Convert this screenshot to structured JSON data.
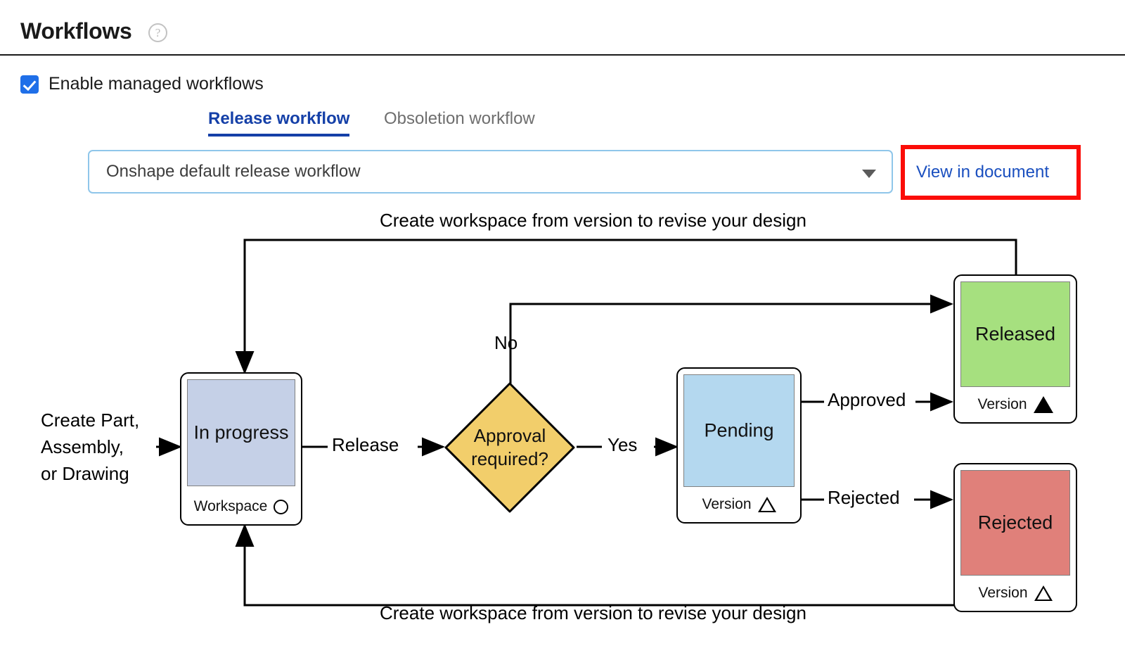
{
  "header": {
    "title": "Workflows",
    "help_icon": "?"
  },
  "settings": {
    "enable_checkbox_label": "Enable managed workflows",
    "checkbox_checked": true
  },
  "tabs": [
    {
      "label": "Release workflow",
      "active": true
    },
    {
      "label": "Obsoletion workflow",
      "active": false
    }
  ],
  "workflow_select": {
    "value": "Onshape default release workflow",
    "arrow_icon": "chevron-down-icon"
  },
  "view_link": {
    "label": "View in document",
    "highlight_color": "#fb0d08"
  },
  "colors": {
    "accent_blue": "#1f6fe8",
    "tab_active": "#1540a8",
    "link": "#1a4fbf",
    "in_progress": "#c5d0e7",
    "pending": "#b4d8ef",
    "released": "#a6e07f",
    "rejected": "#e0807a",
    "decision": "#f2ce6b"
  },
  "chart_data": {
    "type": "diagram",
    "title": "Onshape default release workflow",
    "nodes": [
      {
        "id": "in_progress",
        "label": "In progress",
        "footer": "Workspace",
        "footer_glyph": "circle",
        "color": "#c5d0e7",
        "shape": "state"
      },
      {
        "id": "approval",
        "label": "Approval required?",
        "color": "#f2ce6b",
        "shape": "decision"
      },
      {
        "id": "pending",
        "label": "Pending",
        "footer": "Version",
        "footer_glyph": "triangle-outline",
        "color": "#b4d8ef",
        "shape": "state"
      },
      {
        "id": "released",
        "label": "Released",
        "footer": "Version",
        "footer_glyph": "triangle-filled",
        "color": "#a6e07f",
        "shape": "state"
      },
      {
        "id": "rejected",
        "label": "Rejected",
        "footer": "Version",
        "footer_glyph": "triangle-outline",
        "color": "#e0807a",
        "shape": "state"
      }
    ],
    "edges": [
      {
        "from": "start",
        "to": "in_progress",
        "label": "Create Part, Assembly, or Drawing"
      },
      {
        "from": "in_progress",
        "to": "approval",
        "label": "Release"
      },
      {
        "from": "approval",
        "to": "released",
        "label": "No"
      },
      {
        "from": "approval",
        "to": "pending",
        "label": "Yes"
      },
      {
        "from": "pending",
        "to": "released",
        "label": "Approved"
      },
      {
        "from": "pending",
        "to": "rejected",
        "label": "Rejected"
      },
      {
        "from": "released",
        "to": "in_progress",
        "label": "Create workspace from version to revise your design"
      },
      {
        "from": "rejected",
        "to": "in_progress",
        "label": "Create workspace from version to revise your design"
      }
    ]
  },
  "diagram": {
    "start_line1": "Create Part,",
    "start_line2": "Assembly,",
    "start_line3": "or Drawing",
    "top_loop_label": "Create workspace from version to revise your design",
    "bottom_loop_label": "Create workspace from version to revise your design",
    "label_release": "Release",
    "label_no": "No",
    "label_yes": "Yes",
    "label_approved": "Approved",
    "label_rejected": "Rejected",
    "nodes": {
      "in_progress": {
        "label": "In progress",
        "footer": "Workspace"
      },
      "approval": {
        "line1": "Approval",
        "line2": "required?"
      },
      "pending": {
        "label": "Pending",
        "footer": "Version"
      },
      "released": {
        "label": "Released",
        "footer": "Version"
      },
      "rejected": {
        "label": "Rejected",
        "footer": "Version"
      }
    }
  }
}
